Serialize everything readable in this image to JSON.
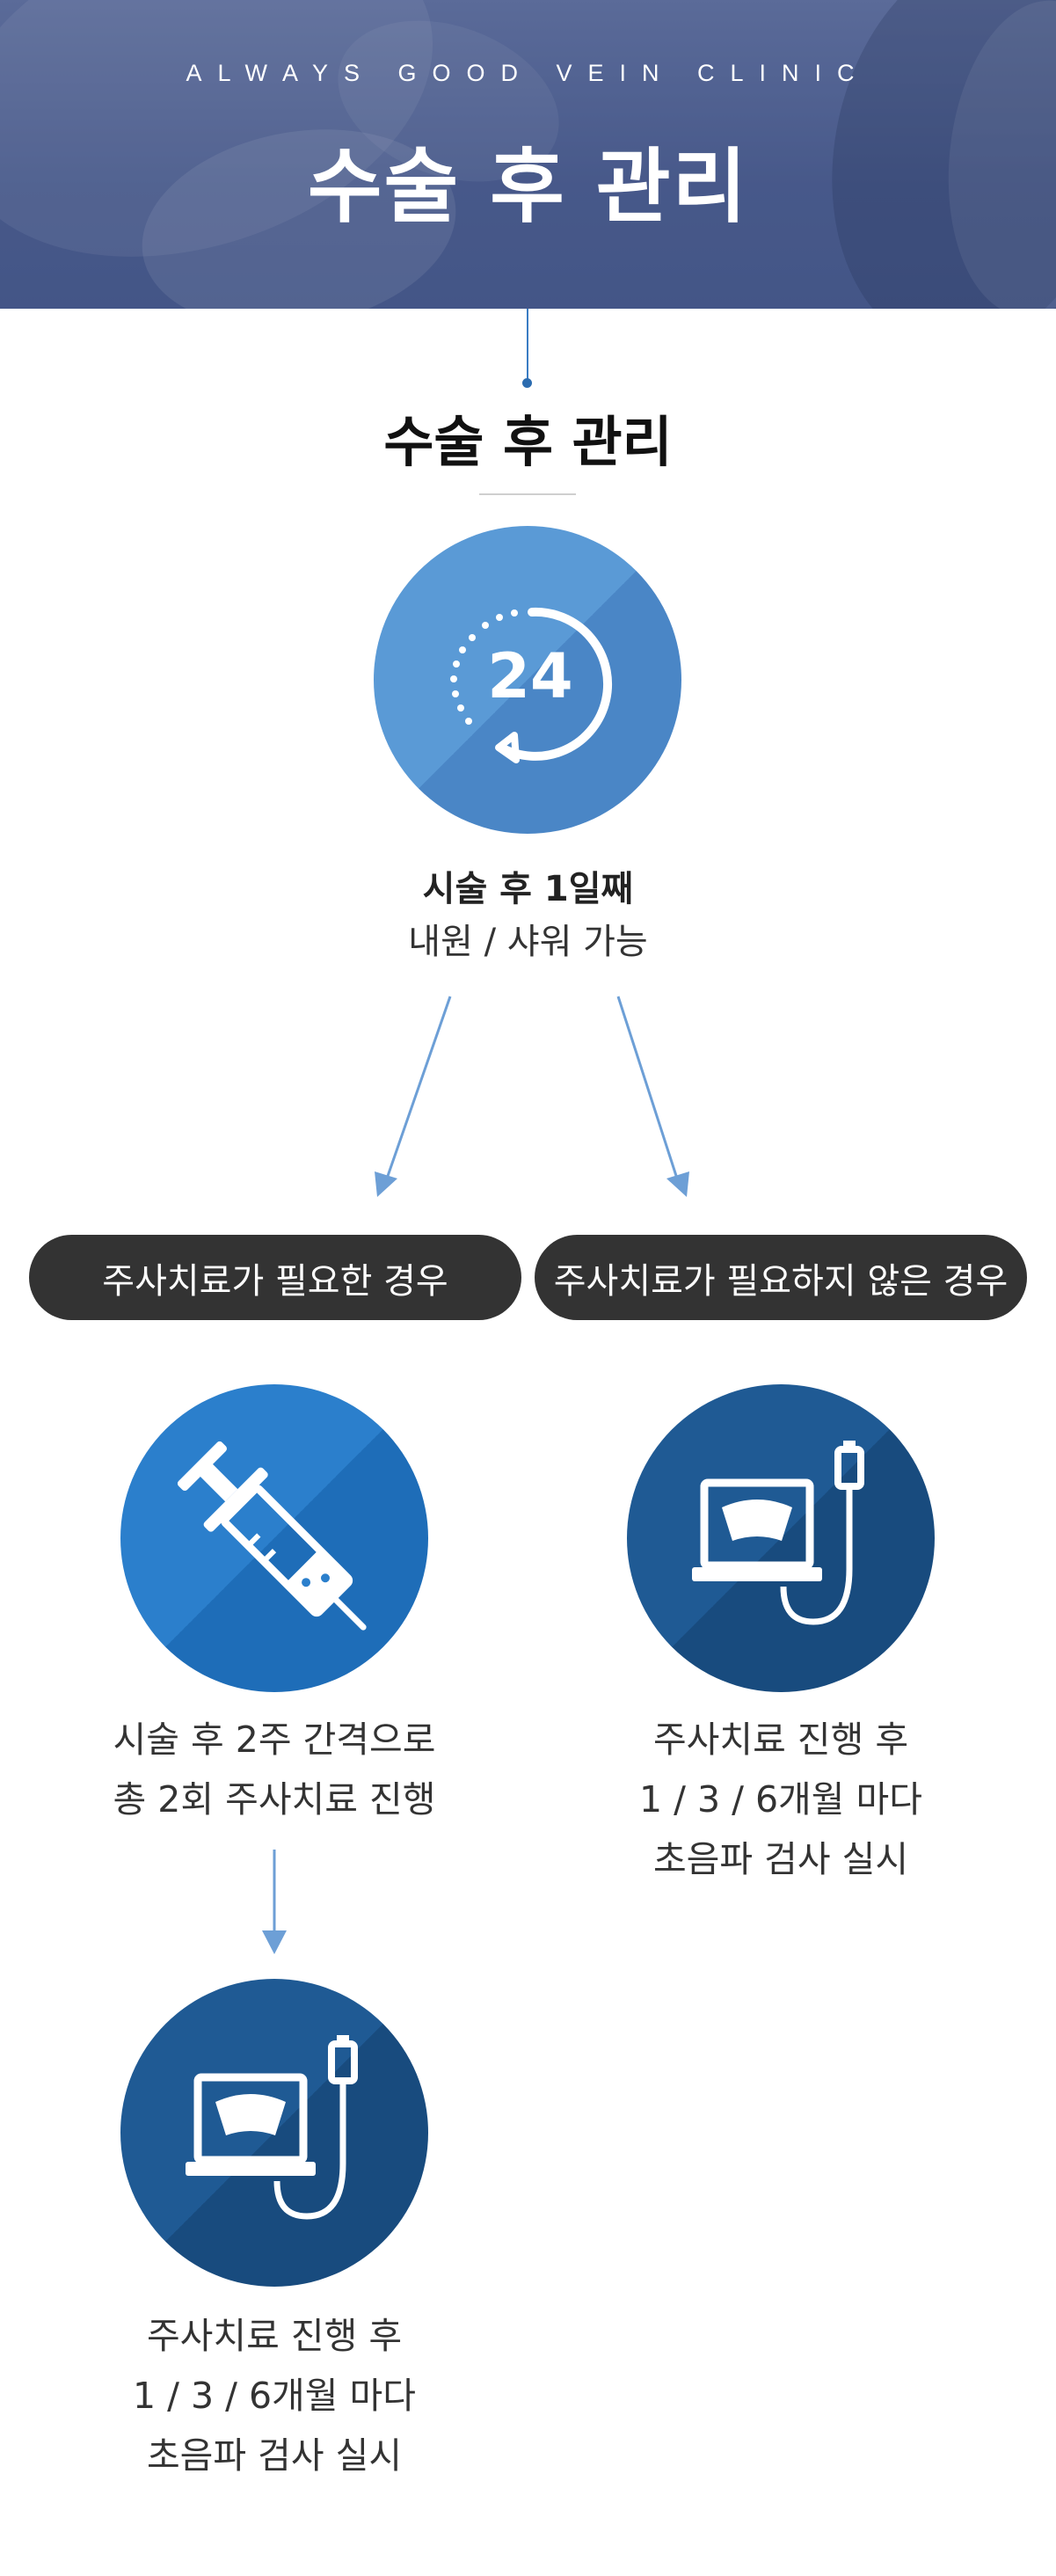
{
  "hero": {
    "subtitle": "ALWAYS GOOD VEIN CLINIC",
    "title": "수술 후 관리"
  },
  "section": {
    "title": "수술 후 관리"
  },
  "first_step": {
    "icon": "clock-24-icon",
    "number": "24",
    "title": "시술 후 1일째",
    "text": "내원 / 샤워 가능"
  },
  "branches": {
    "left": {
      "label": "주사치료가 필요한 경우",
      "icon": "syringe-icon",
      "lines": [
        "시술 후 2주 간격으로",
        "총 2회 주사치료 진행"
      ],
      "next": {
        "icon": "ultrasound-monitor-icon",
        "lines": [
          "주사치료 진행 후",
          "1 / 3 / 6개월 마다",
          "초음파 검사 실시"
        ]
      }
    },
    "right": {
      "label": "주사치료가 필요하지 않은 경우",
      "icon": "ultrasound-monitor-icon",
      "lines": [
        "주사치료 진행 후",
        "1 / 3 / 6개월 마다",
        "초음파 검사 실시"
      ]
    }
  },
  "colors": {
    "accent_blue": "#3a7cc3",
    "pill_dark": "#333333",
    "circle_light": "#5a9ad6",
    "circle_mid": "#2b7fcc",
    "circle_dark": "#1f5a94"
  }
}
